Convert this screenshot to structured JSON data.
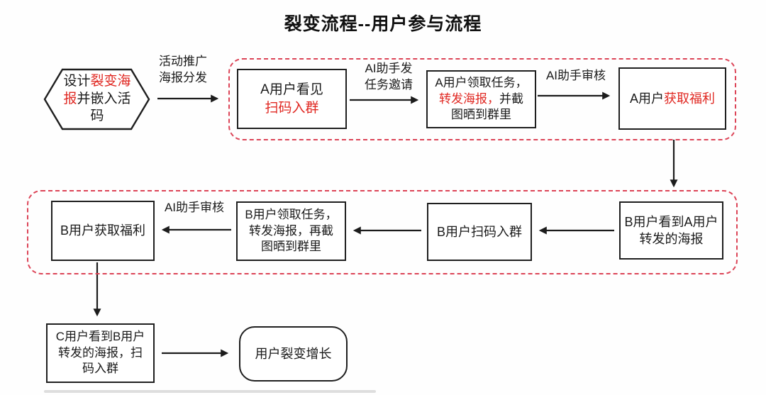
{
  "title": "裂变流程--用户参与流程",
  "colors": {
    "red_text": "#e02822",
    "dashed_border": "#dc4457",
    "box_border": "#1f1f1f",
    "arrow": "#1c1c1c",
    "background": "#fefefe"
  },
  "nodes": {
    "design_poster": {
      "l1b": "设计",
      "l1r": "裂变海",
      "l2r": "报",
      "l2b": "并嵌入活",
      "l3b": "码",
      "full_text": "设计裂变海报并嵌入活码"
    },
    "a_see": {
      "l1": "A用户看见",
      "l2r": "扫码入群",
      "full_text": "A用户看见扫码入群"
    },
    "a_task": {
      "l1": "A用户领取任务，",
      "l2r": "转发海报，",
      "l2b": "并截",
      "l3": "图晒到群里",
      "full_text": "A用户领取任务，转发海报，并截图晒到群里"
    },
    "a_reward": {
      "b": "A用户",
      "r": "获取福利",
      "full_text": "A用户获取福利"
    },
    "b_see": {
      "l1": "B用户看到A用户",
      "l2": "转发的海报",
      "full_text": "B用户看到A用户转发的海报"
    },
    "b_scan": {
      "text": "B用户扫码入群"
    },
    "b_task": {
      "l1": "B用户领取任务，",
      "l2": "转发海报，再截",
      "l3": "图晒到群里",
      "full_text": "B用户领取任务，转发海报，再截图晒到群里"
    },
    "b_reward": {
      "text": "B用户获取福利"
    },
    "c_see": {
      "l1": "C用户看到B用户",
      "l2": "转发的海报，扫",
      "l3": "码入群",
      "full_text": "C用户看到B用户转发的海报，扫码入群"
    },
    "growth": {
      "text": "用户裂变增长"
    }
  },
  "edge_labels": {
    "promo": {
      "l1": "活动推广",
      "l2": "海报分发",
      "full_text": "活动推广海报分发"
    },
    "ai_invite": {
      "l1": "AI助手发",
      "l2": "任务邀请",
      "full_text": "AI助手发任务邀请"
    },
    "ai_review_a": {
      "text": "AI助手审核"
    },
    "ai_review_b": {
      "text": "AI助手审核"
    }
  }
}
